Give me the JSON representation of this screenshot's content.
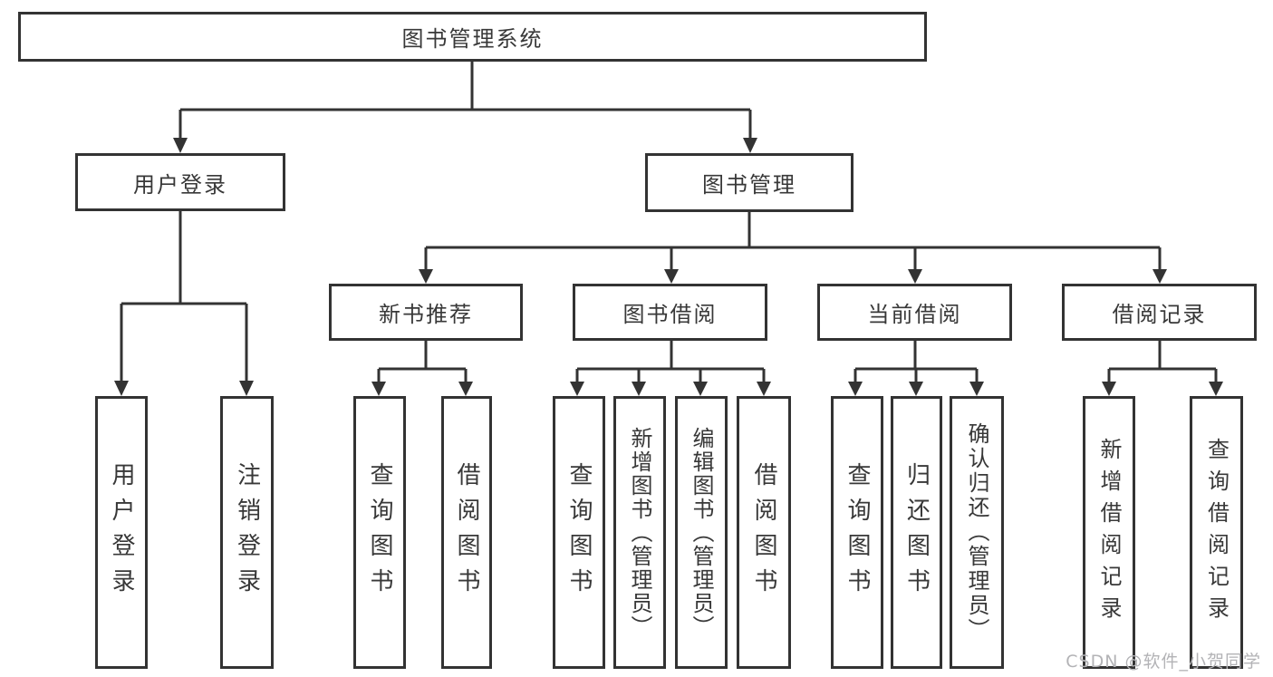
{
  "diagram": {
    "colors": {
      "line": "#333333",
      "text": "#383838",
      "box_background": "#ffffff",
      "watermark": "#b3b3b6"
    },
    "watermark": "CSDN @软件_小贺同学",
    "tree": {
      "label": "图书管理系统",
      "children": [
        {
          "label": "用户登录",
          "children": [
            {
              "label": "用户登录"
            },
            {
              "label": "注销登录"
            }
          ]
        },
        {
          "label": "图书管理",
          "children": [
            {
              "label": "新书推荐",
              "children": [
                {
                  "label": "查询图书"
                },
                {
                  "label": "借阅图书"
                }
              ]
            },
            {
              "label": "图书借阅",
              "children": [
                {
                  "label": "查询图书"
                },
                {
                  "label": "新增图书（管理员）"
                },
                {
                  "label": "编辑图书（管理员）"
                },
                {
                  "label": "借阅图书"
                }
              ]
            },
            {
              "label": "当前借阅",
              "children": [
                {
                  "label": "查询图书"
                },
                {
                  "label": "归还图书"
                },
                {
                  "label": "确认归还（管理员）"
                }
              ]
            },
            {
              "label": "借阅记录",
              "children": [
                {
                  "label": "新增借阅记录"
                },
                {
                  "label": "查询借阅记录"
                }
              ]
            }
          ]
        }
      ]
    }
  }
}
